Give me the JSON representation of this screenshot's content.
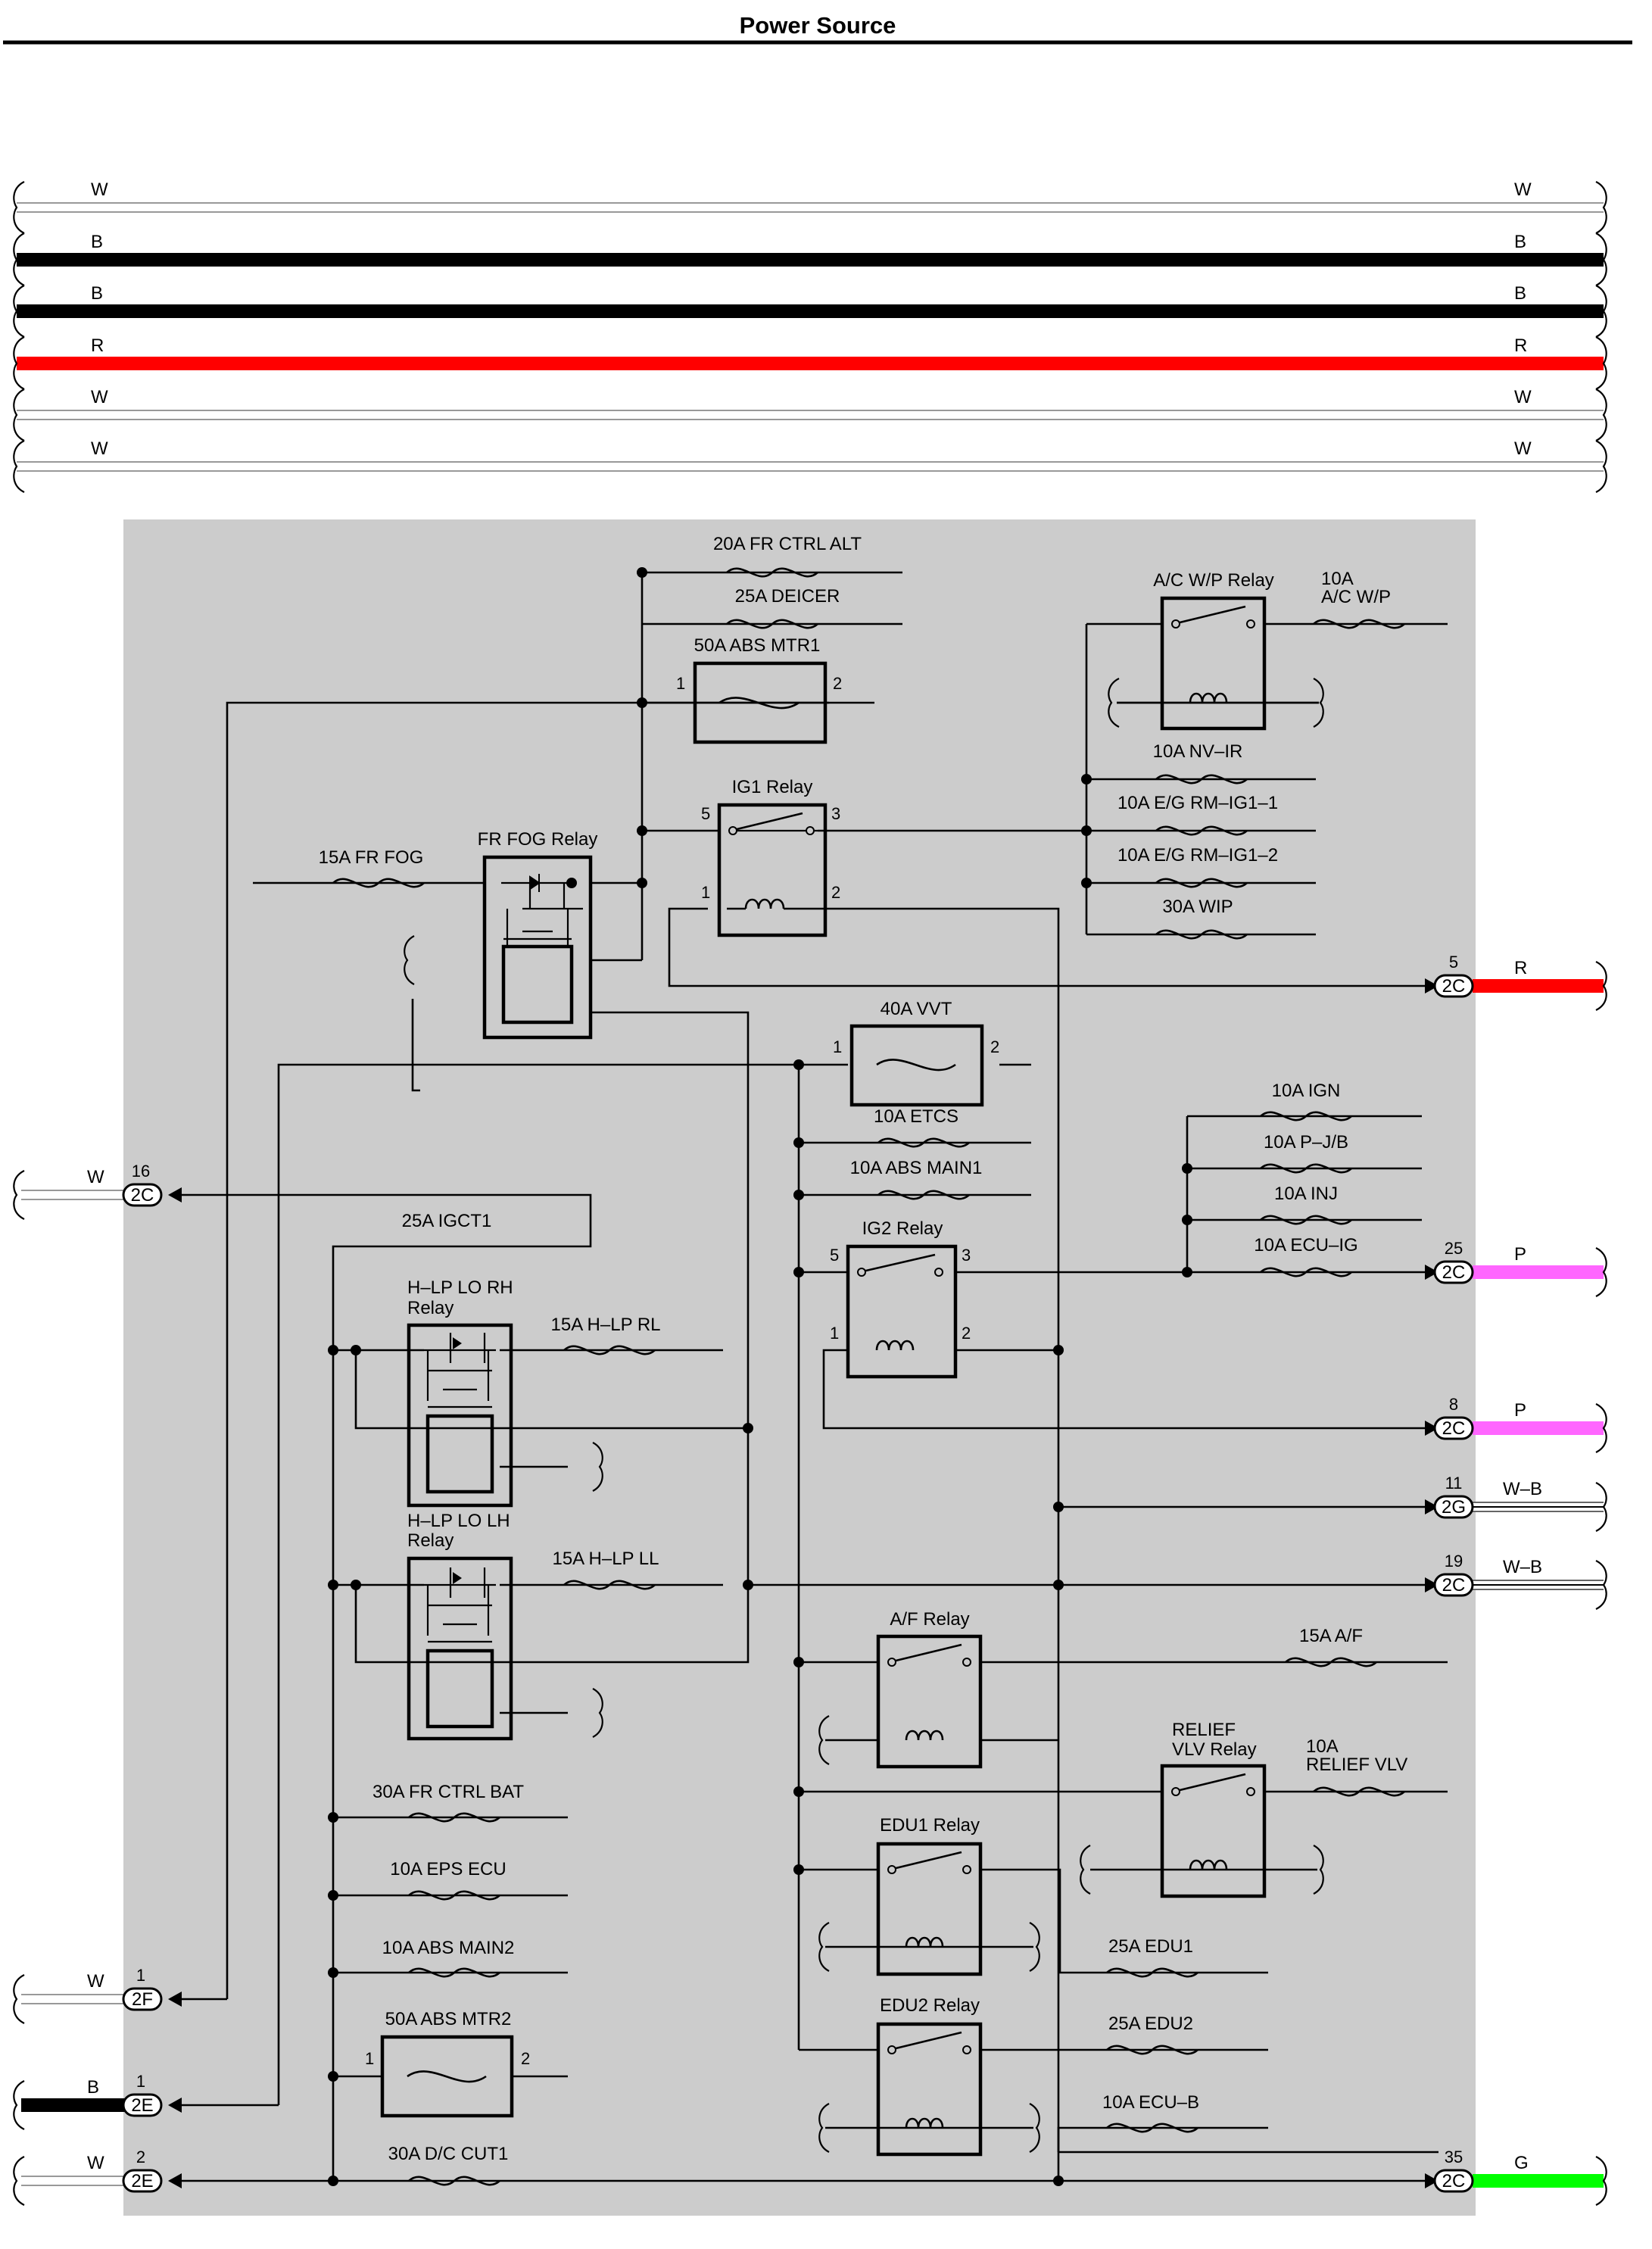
{
  "title": "Power Source",
  "colors": {
    "background": "#ffffff",
    "panel": "#cccccc",
    "wire": "#000000",
    "W": "#ffffff",
    "B": "#000000",
    "R": "#ff0000",
    "P": "#ff66ff",
    "W-B": "#ffffff",
    "G": "#00ff00"
  },
  "bus_wires": [
    {
      "color": "W"
    },
    {
      "color": "B"
    },
    {
      "color": "B"
    },
    {
      "color": "R"
    },
    {
      "color": "W"
    },
    {
      "color": "W"
    }
  ],
  "fuses": [
    {
      "id": "fr_ctrl_alt",
      "label": "20A FR CTRL ALT"
    },
    {
      "id": "deicer",
      "label": "25A DEICER"
    },
    {
      "id": "abs_mtr1",
      "label": "50A ABS MTR1",
      "pins": [
        "1",
        "2"
      ]
    },
    {
      "id": "fr_fog",
      "label": "15A FR FOG"
    },
    {
      "id": "vvt",
      "label": "40A VVT",
      "pins": [
        "1",
        "2"
      ]
    },
    {
      "id": "etcs",
      "label": "10A ETCS"
    },
    {
      "id": "abs_main1",
      "label": "10A ABS MAIN1"
    },
    {
      "id": "igct1",
      "label": "25A IGCT1"
    },
    {
      "id": "hlp_rl",
      "label": "15A H–LP RL"
    },
    {
      "id": "hlp_ll",
      "label": "15A H–LP LL"
    },
    {
      "id": "fr_ctrl_bat",
      "label": "30A FR CTRL BAT"
    },
    {
      "id": "eps_ecu",
      "label": "10A EPS ECU"
    },
    {
      "id": "abs_main2",
      "label": "10A ABS MAIN2"
    },
    {
      "id": "abs_mtr2",
      "label": "50A ABS MTR2",
      "pins": [
        "1",
        "2"
      ]
    },
    {
      "id": "dc_cut1",
      "label": "30A D/C CUT1"
    },
    {
      "id": "acwp",
      "label_line1": "10A",
      "label_line2": "A/C W/P"
    },
    {
      "id": "nv_ir",
      "label": "10A NV–IR"
    },
    {
      "id": "eg_rm_ig1_1",
      "label": "10A E/G RM–IG1–1"
    },
    {
      "id": "eg_rm_ig1_2",
      "label": "10A E/G RM–IG1–2"
    },
    {
      "id": "wip",
      "label": "30A WIP"
    },
    {
      "id": "ign",
      "label": "10A IGN"
    },
    {
      "id": "p_jb",
      "label": "10A P–J/B"
    },
    {
      "id": "inj",
      "label": "10A INJ"
    },
    {
      "id": "ecu_ig",
      "label": "10A ECU–IG"
    },
    {
      "id": "af",
      "label": "15A A/F"
    },
    {
      "id": "relief_vlv",
      "label_line1": "10A",
      "label_line2": "RELIEF VLV"
    },
    {
      "id": "edu1",
      "label": "25A EDU1"
    },
    {
      "id": "edu2",
      "label": "25A EDU2"
    },
    {
      "id": "ecu_b",
      "label": "10A ECU–B"
    }
  ],
  "relays": [
    {
      "id": "fr_fog_relay",
      "label": "FR FOG Relay"
    },
    {
      "id": "ig1_relay",
      "label": "IG1 Relay",
      "pins": [
        "5",
        "3",
        "1",
        "2"
      ]
    },
    {
      "id": "acwp_relay",
      "label": "A/C W/P Relay"
    },
    {
      "id": "ig2_relay",
      "label": "IG2 Relay",
      "pins": [
        "5",
        "3",
        "1",
        "2"
      ]
    },
    {
      "id": "hlp_lo_rh_relay",
      "label_line1": "H–LP LO RH",
      "label_line2": "Relay"
    },
    {
      "id": "hlp_lo_lh_relay",
      "label_line1": "H–LP LO LH",
      "label_line2": "Relay"
    },
    {
      "id": "af_relay",
      "label": "A/F Relay"
    },
    {
      "id": "relief_vlv_relay",
      "label_line1": "RELIEF",
      "label_line2": "VLV Relay"
    },
    {
      "id": "edu1_relay",
      "label": "EDU1 Relay"
    },
    {
      "id": "edu2_relay",
      "label": "EDU2 Relay"
    }
  ],
  "connectors": [
    {
      "id": "c_left_16",
      "code": "2C",
      "pin": "16",
      "wire": "W"
    },
    {
      "id": "c_left_2f",
      "code": "2F",
      "pin": "1",
      "wire": "W"
    },
    {
      "id": "c_left_2e1",
      "code": "2E",
      "pin": "1",
      "wire": "B"
    },
    {
      "id": "c_left_2e2",
      "code": "2E",
      "pin": "2",
      "wire": "W"
    },
    {
      "id": "c_right_5",
      "code": "2C",
      "pin": "5",
      "wire": "R"
    },
    {
      "id": "c_right_25",
      "code": "2C",
      "pin": "25",
      "wire": "P"
    },
    {
      "id": "c_right_8",
      "code": "2C",
      "pin": "8",
      "wire": "P"
    },
    {
      "id": "c_right_11",
      "code": "2G",
      "pin": "11",
      "wire": "W–B"
    },
    {
      "id": "c_right_19",
      "code": "2C",
      "pin": "19",
      "wire": "W–B"
    },
    {
      "id": "c_right_35",
      "code": "2C",
      "pin": "35",
      "wire": "G"
    }
  ]
}
